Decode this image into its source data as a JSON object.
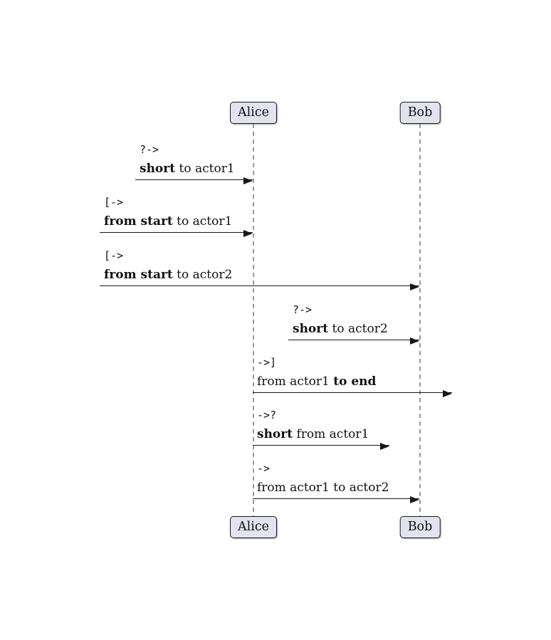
{
  "diagram": {
    "type": "sequence-diagram",
    "actors": [
      {
        "name": "Alice"
      },
      {
        "name": "Bob"
      }
    ],
    "messages": [
      {
        "spec": "?->",
        "label_parts": [
          {
            "text": "short",
            "bold": true
          },
          {
            "text": " to actor1",
            "bold": false
          }
        ]
      },
      {
        "spec": "[->",
        "label_parts": [
          {
            "text": "from start",
            "bold": true
          },
          {
            "text": " to actor1",
            "bold": false
          }
        ]
      },
      {
        "spec": "[->",
        "label_parts": [
          {
            "text": "from start",
            "bold": true
          },
          {
            "text": " to actor2",
            "bold": false
          }
        ]
      },
      {
        "spec": "?->",
        "label_parts": [
          {
            "text": "short",
            "bold": true
          },
          {
            "text": " to actor2",
            "bold": false
          }
        ]
      },
      {
        "spec": "->]",
        "label_parts": [
          {
            "text": "from actor1 ",
            "bold": false
          },
          {
            "text": "to end",
            "bold": true
          }
        ]
      },
      {
        "spec": "->?",
        "label_parts": [
          {
            "text": "short",
            "bold": true
          },
          {
            "text": " from actor1",
            "bold": false
          }
        ]
      },
      {
        "spec": "->",
        "label_parts": [
          {
            "text": "from actor1 to actor2",
            "bold": false
          }
        ]
      }
    ],
    "colors": {
      "background": "#FFFFFF",
      "actor_fill": "#E2E2F0",
      "actor_border": "#181818",
      "lifeline": "#9A9A9A",
      "arrow": "#181818",
      "text": "#111111"
    }
  }
}
